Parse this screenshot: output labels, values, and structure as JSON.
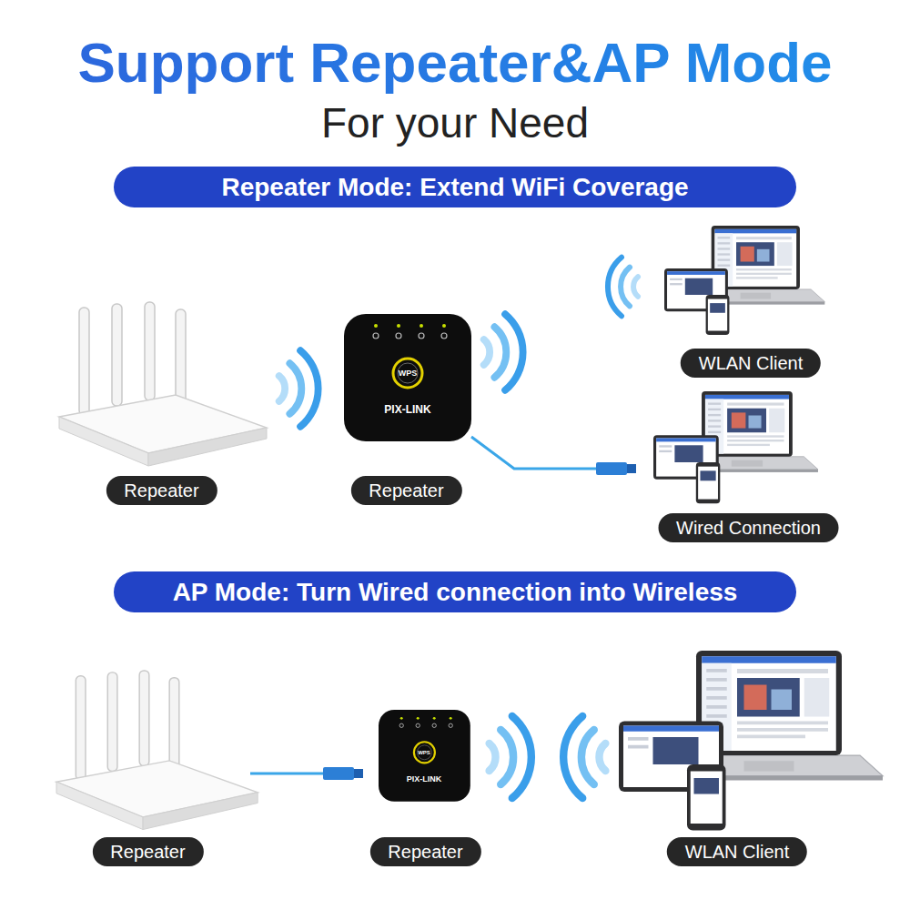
{
  "diagram": {
    "title": "Support Repeater&AP Mode",
    "nodes": [
      {
        "text": [
          "Repeater Mode: Extend WiFi Coverage"
        ]
      },
      {
        "text": [
          "Repeater"
        ]
      },
      {
        "text": [
          "Repeater"
        ]
      },
      {
        "text": [
          "WLAN Client"
        ]
      },
      {
        "text": [
          "Wired Connection"
        ]
      },
      {
        "text": [
          "AP Mode: Turn Wired connection into Wireless"
        ]
      },
      {
        "text": [
          "Repeater"
        ]
      },
      {
        "text": [
          "Repeater"
        ]
      },
      {
        "text": [
          "WLAN Client"
        ]
      }
    ],
    "edges": [
      {
        "from": 2,
        "to": 4,
        "arrow": "none"
      },
      {
        "from": 6,
        "to": 7,
        "arrow": "none"
      }
    ],
    "labels": [
      "For your Need",
      "WPS",
      "PIX-LINK",
      "WPS",
      "PIX-LINK"
    ]
  }
}
